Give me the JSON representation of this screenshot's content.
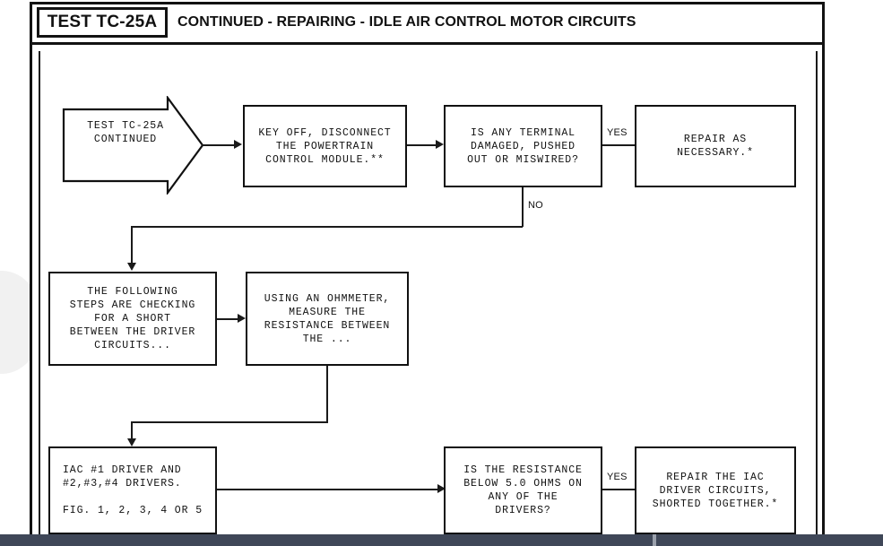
{
  "header": {
    "test_tag": "TEST TC-25A",
    "title": "CONTINUED - REPAIRING - IDLE AIR CONTROL MOTOR CIRCUITS"
  },
  "flow": {
    "start": {
      "label": "TEST TC-25A\nCONTINUED"
    },
    "nodes": [
      {
        "id": "key-off",
        "text": "KEY OFF, DISCONNECT\nTHE POWERTRAIN\nCONTROL MODULE.**"
      },
      {
        "id": "terminal-check",
        "text": "IS ANY TERMINAL\nDAMAGED, PUSHED\nOUT OR MISWIRED?"
      },
      {
        "id": "repair-as-necessary",
        "text": "REPAIR AS\nNECESSARY.*"
      },
      {
        "id": "following-steps",
        "text": "THE FOLLOWING\nSTEPS ARE CHECKING\nFOR A SHORT\nBETWEEN THE DRIVER\nCIRCUITS..."
      },
      {
        "id": "ohmmeter",
        "text": "USING AN OHMMETER,\nMEASURE THE\nRESISTANCE BETWEEN\nTHE ..."
      },
      {
        "id": "iac-drivers",
        "text": "IAC #1 DRIVER AND\n#2,#3,#4 DRIVERS.\n\nFIG. 1, 2, 3, 4 OR 5"
      },
      {
        "id": "resistance-check",
        "text": "IS THE RESISTANCE\nBELOW 5.0 OHMS ON\nANY OF THE\nDRIVERS?"
      },
      {
        "id": "repair-shorted",
        "text": "REPAIR THE IAC\nDRIVER CIRCUITS,\nSHORTED TOGETHER.*"
      }
    ],
    "branches": {
      "yes_top": "YES",
      "no_top": "NO",
      "yes_bottom": "YES"
    }
  },
  "colors": {
    "ink": "#111111",
    "page": "#ffffff",
    "chrome_bar": "#3f4758",
    "chrome_divider": "#9aa0ab"
  }
}
